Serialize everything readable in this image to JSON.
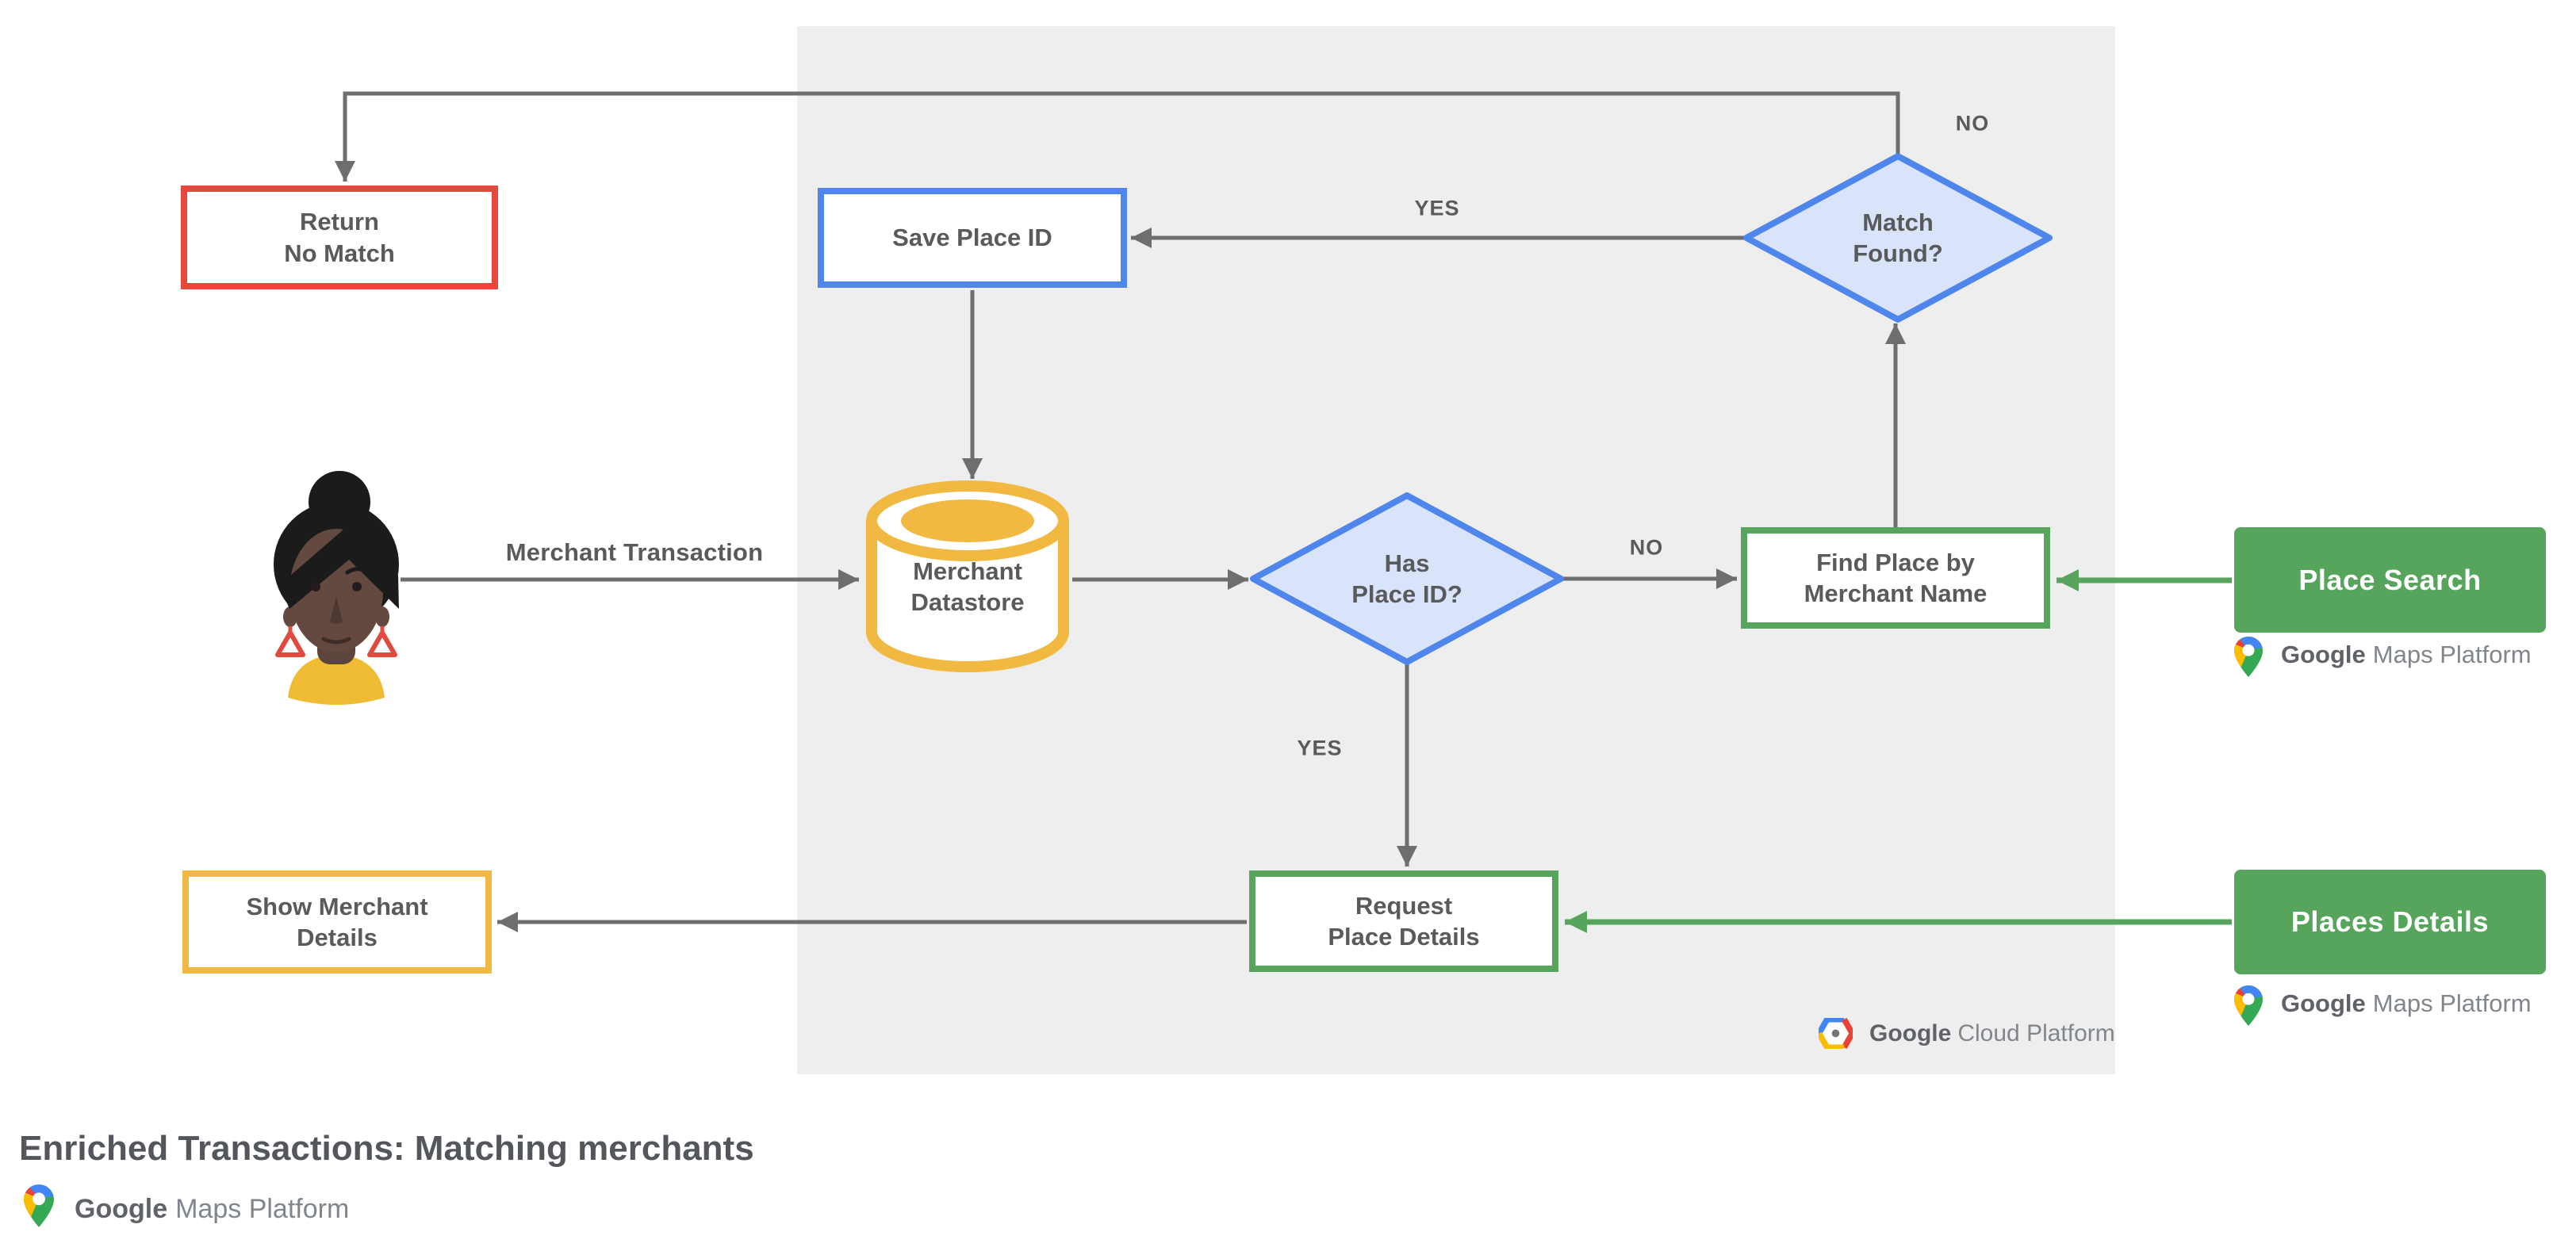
{
  "title": "Enriched Transactions: Matching merchants",
  "colors": {
    "blue": "#4E86EC",
    "blue_fill": "#D9E3F9",
    "green": "#57A45C",
    "yellow": "#F1B941",
    "red": "#E5493C",
    "line": "#6E6E6E",
    "panel": "#EEEEEE",
    "text": "#595A5C",
    "title": "#53575B"
  },
  "nodes": {
    "return_no_match": {
      "line1": "Return",
      "line2": "No Match"
    },
    "save_place_id": {
      "line1": "Save Place ID"
    },
    "merchant_datastore": {
      "line1": "Merchant",
      "line2": "Datastore"
    },
    "has_place_id": {
      "line1": "Has",
      "line2": "Place ID?"
    },
    "match_found": {
      "line1": "Match",
      "line2": "Found?"
    },
    "find_place": {
      "line1": "Find Place by",
      "line2": "Merchant Name"
    },
    "request_place_details": {
      "line1": "Request",
      "line2": "Place Details"
    },
    "show_merchant_details": {
      "line1": "Show Merchant",
      "line2": "Details"
    },
    "place_search": {
      "label": "Place Search"
    },
    "places_details": {
      "label": "Places Details"
    }
  },
  "edge_labels": {
    "merchant_transaction": "Merchant Transaction",
    "yes_top": "YES",
    "no_top": "NO",
    "no_mid": "NO",
    "yes_bottom": "YES"
  },
  "logos": {
    "maps_google": "Google",
    "maps_rest": "Maps Platform",
    "cloud_google": "Google",
    "cloud_rest": "Cloud Platform"
  }
}
